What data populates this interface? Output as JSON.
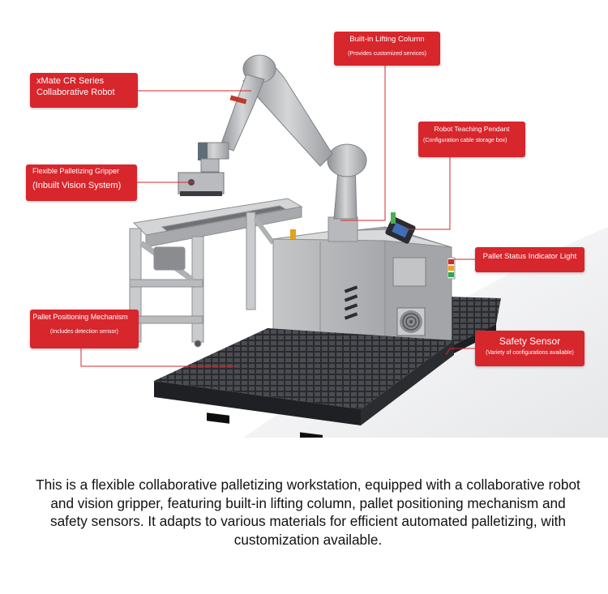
{
  "callouts": {
    "robot": {
      "title": "xMate CR Series Collaborative Robot"
    },
    "column": {
      "title": "Built-in Lifting Column",
      "subtitle": "(Provides customized services)"
    },
    "pendant": {
      "title": "Robot Teaching Pendant",
      "subtitle": "(Configuration cable storage box)"
    },
    "gripper": {
      "title": "Flexible Palletizing Gripper",
      "subtitle": "(Inbuilt Vision System)"
    },
    "indicator": {
      "title": "Pallet Status Indicator Light"
    },
    "pallet": {
      "title": "Pallet Positioning Mechanism",
      "subtitle": "(Includes detection sensor)"
    },
    "safety": {
      "title": "Safety Sensor",
      "subtitle": "(Variety of configurations available)"
    }
  },
  "description": "This is a flexible collaborative palletizing workstation, equipped with a collaborative robot and vision gripper, featuring built-in lifting column, pallet positioning mechanism and safety sensors. It adapts to various materials for efficient automated palletizing, with customization available.",
  "colors": {
    "callout": "#d7262c",
    "leader": "#d7262c",
    "robot_arm": "#a9abae",
    "cabinet": "#b7b9bc",
    "pallet": "#2e2f33",
    "conveyor_frame": "#c9cbcd"
  },
  "icons": [
    "fan-icon",
    "indicator-light-icon",
    "teaching-pendant-icon"
  ]
}
